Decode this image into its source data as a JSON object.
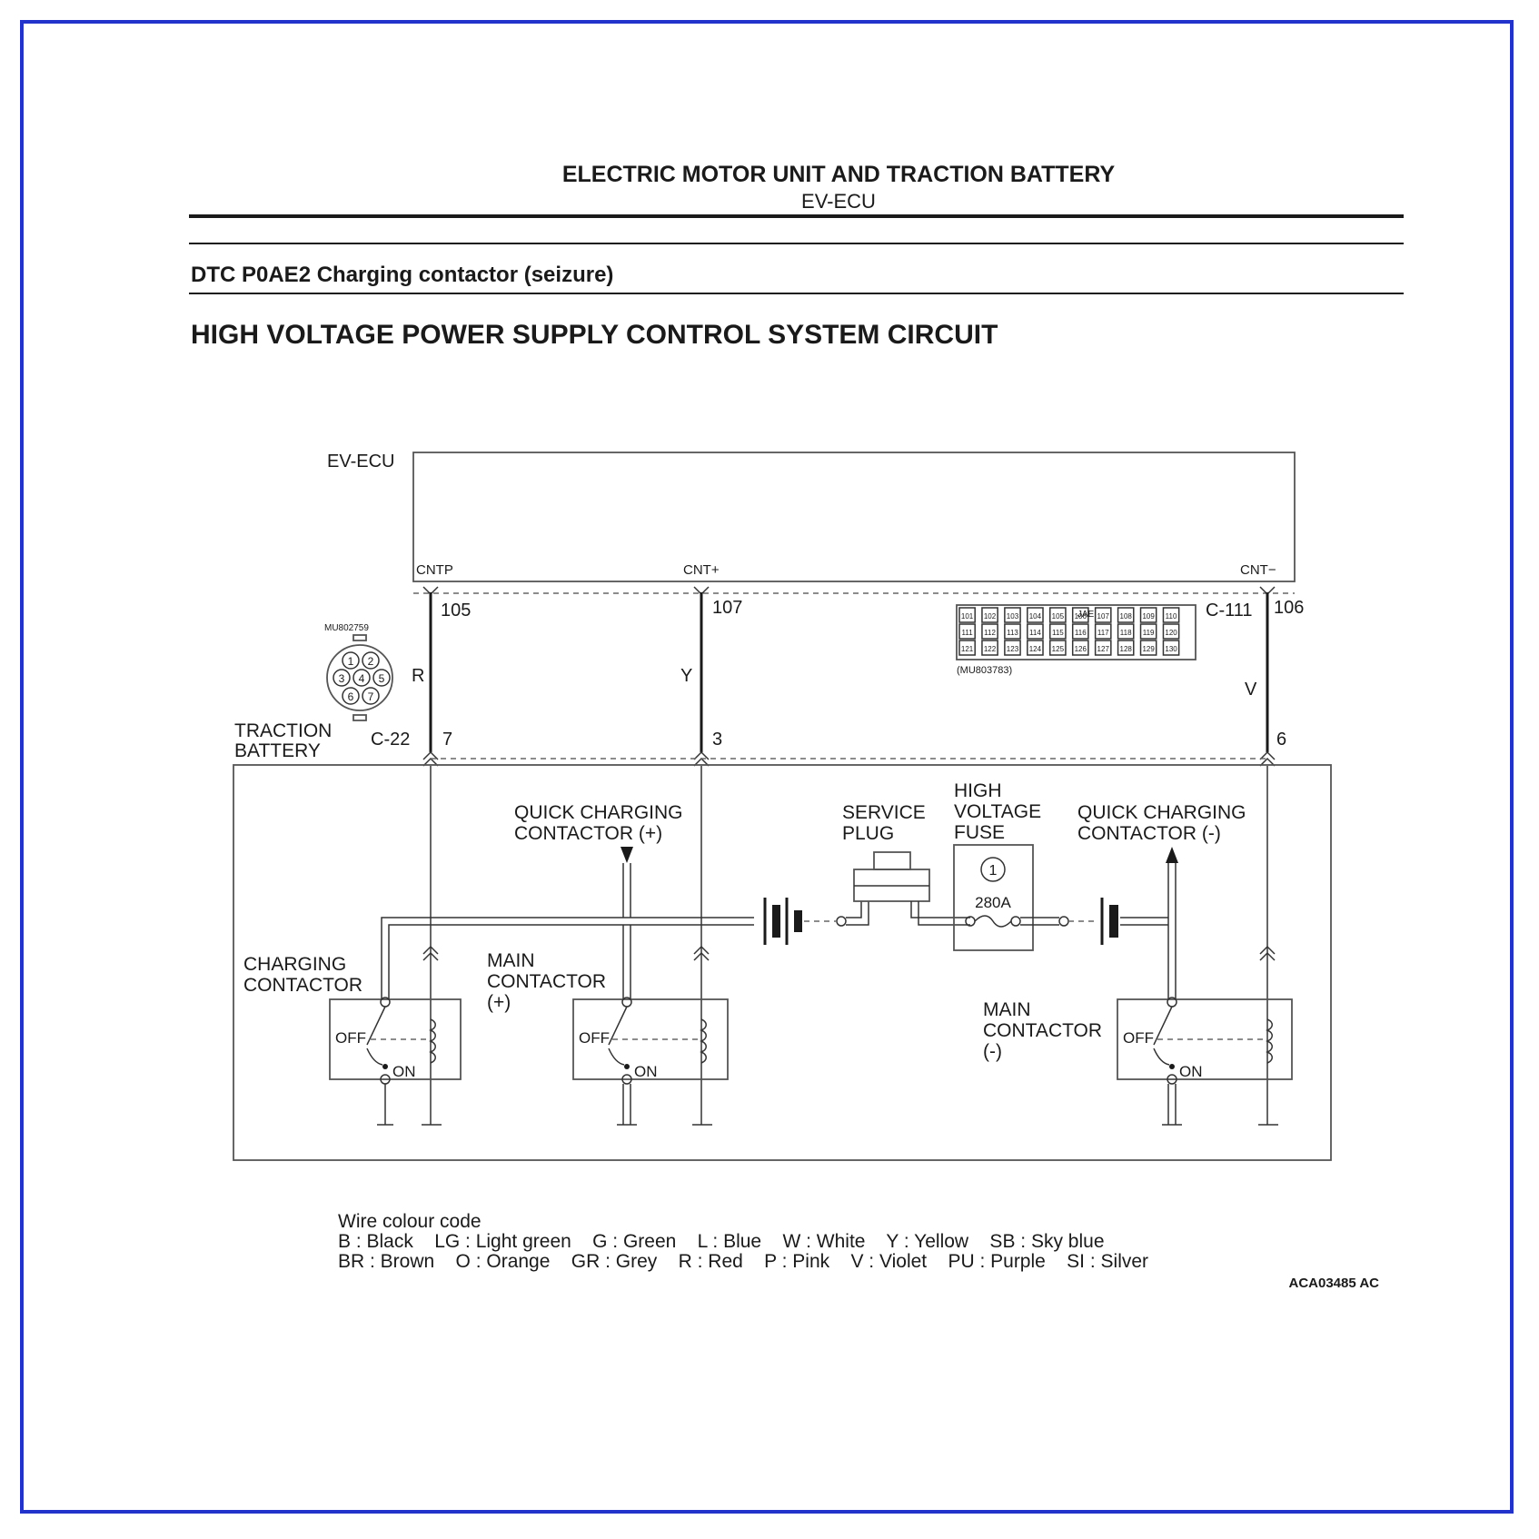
{
  "header": {
    "section_title": "ELECTRIC MOTOR UNIT AND TRACTION BATTERY",
    "section_subtitle": "EV-ECU",
    "dtc_title": "DTC P0AE2 Charging contactor (seizure)",
    "circuit_title": "HIGH VOLTAGE POWER SUPPLY CONTROL SYSTEM CIRCUIT"
  },
  "ecu": {
    "label": "EV-ECU",
    "terminals": [
      {
        "name": "CNTP",
        "pin": "105"
      },
      {
        "name": "CNT+",
        "pin": "107"
      },
      {
        "name": "CNT−",
        "pin": "106"
      }
    ],
    "connector": {
      "id": "C-111",
      "part": "(MU803783)",
      "brand": "JAE",
      "pins": [
        "101",
        "102",
        "103",
        "104",
        "105",
        "106",
        "107",
        "108",
        "109",
        "110",
        "111",
        "112",
        "113",
        "114",
        "115",
        "116",
        "117",
        "118",
        "119",
        "120",
        "121",
        "122",
        "123",
        "124",
        "125",
        "126",
        "127",
        "128",
        "129",
        "130"
      ]
    }
  },
  "wires": [
    {
      "color": "R"
    },
    {
      "color": "Y"
    },
    {
      "color": "V"
    }
  ],
  "battery": {
    "label_line1": "TRACTION",
    "label_line2": "BATTERY",
    "connector": {
      "id": "C-22",
      "part": "MU802759",
      "pins": [
        "1",
        "2",
        "3",
        "4",
        "5",
        "6",
        "7"
      ]
    },
    "pins": [
      "7",
      "3",
      "6"
    ],
    "components": {
      "quick_plus": [
        "QUICK CHARGING",
        "CONTACTOR (+)"
      ],
      "quick_minus": [
        "QUICK CHARGING",
        "CONTACTOR (-)"
      ],
      "service_plug": [
        "SERVICE",
        "PLUG"
      ],
      "hv_fuse": [
        "HIGH",
        "VOLTAGE",
        "FUSE"
      ],
      "fuse_number": "1",
      "fuse_rating": "280A",
      "charging": [
        "CHARGING",
        "CONTACTOR"
      ],
      "main_plus": [
        "MAIN",
        "CONTACTOR",
        "(+)"
      ],
      "main_minus": [
        "MAIN",
        "CONTACTOR",
        "(-)"
      ],
      "off": "OFF",
      "on": "ON"
    }
  },
  "legend": {
    "title": "Wire colour code",
    "row1": "B : Black    LG : Light green    G : Green    L : Blue    W : White    Y : Yellow    SB : Sky blue",
    "row2": "BR : Brown    O : Orange    GR : Grey    R : Red    P : Pink    V : Violet    PU : Purple    SI : Silver"
  },
  "figure_id": "ACA03485 AC",
  "colors": {
    "frame": "#2233cc",
    "ink": "#1a1a1a"
  }
}
